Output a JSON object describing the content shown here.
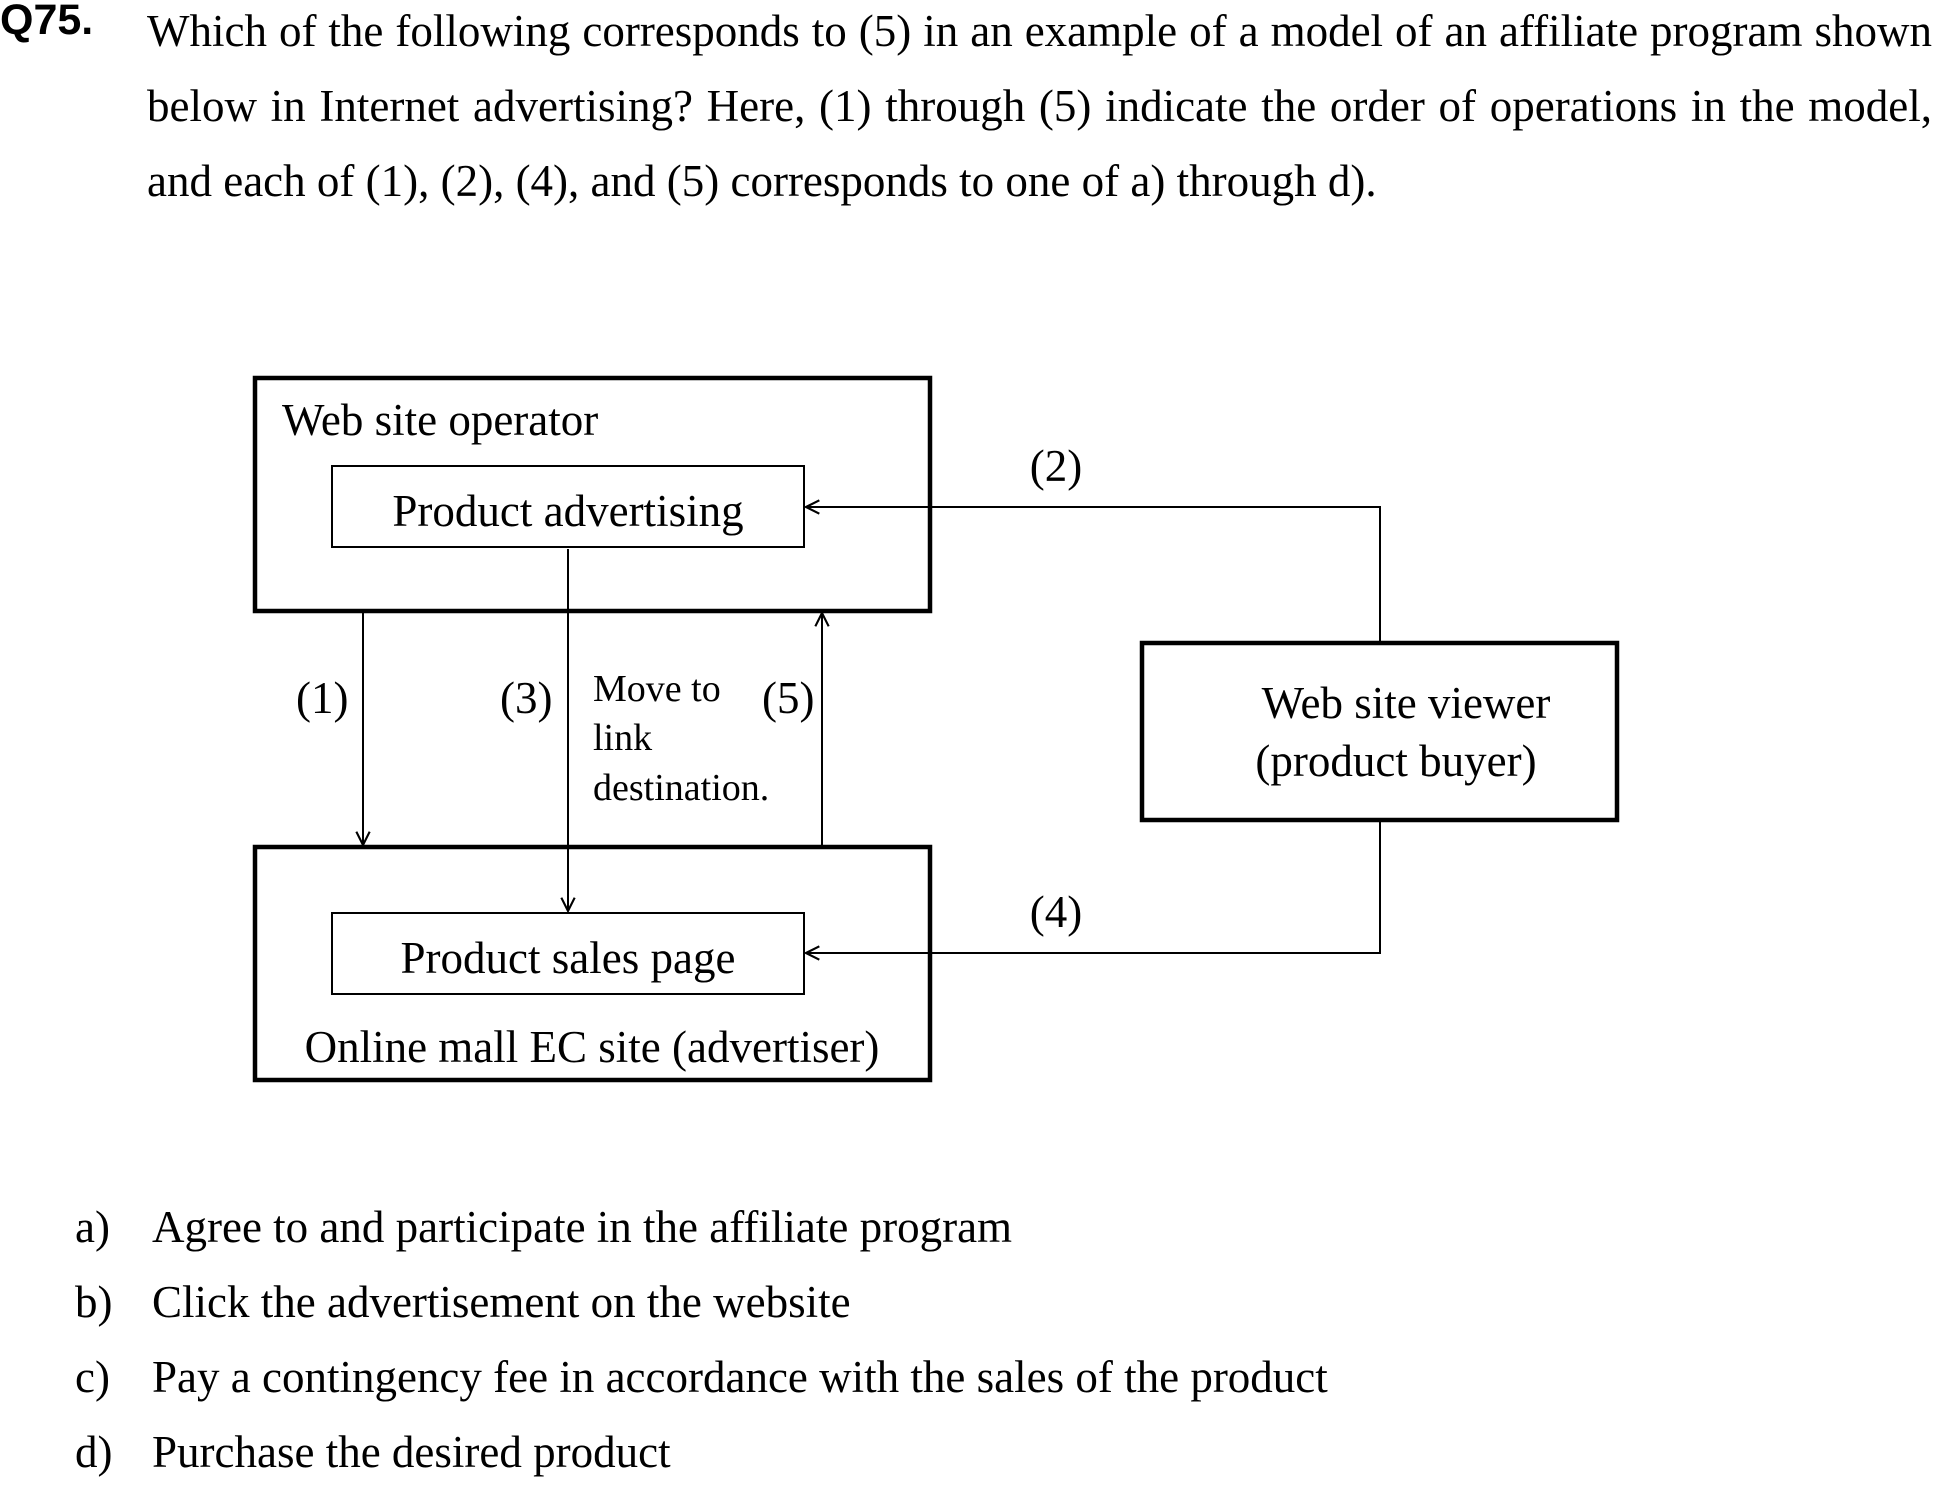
{
  "question": {
    "number": "Q75.",
    "text": "Which of the following corresponds to (5) in an example of a model of an affiliate program shown below in Internet advertising? Here, (1) through (5) indicate the order of operations in the model, and each of (1), (2), (4), and (5) corresponds to one of a) through d)."
  },
  "diagram": {
    "operator_box": {
      "title": "Web site operator",
      "inner": "Product advertising"
    },
    "mall_box": {
      "title": "Online mall EC site (advertiser)",
      "inner": "Product sales page"
    },
    "viewer_box": {
      "line1": "Web site viewer",
      "line2": "(product buyer)"
    },
    "step_labels": {
      "s1": "(1)",
      "s2": "(2)",
      "s3": "(3)",
      "s4": "(4)",
      "s5": "(5)"
    },
    "move_note": {
      "line1": "Move to",
      "line2": "link",
      "line3": "destination."
    }
  },
  "choices": [
    {
      "letter": "a)",
      "text": "Agree to and participate in the affiliate program"
    },
    {
      "letter": "b)",
      "text": "Click the advertisement on the website"
    },
    {
      "letter": "c)",
      "text": "Pay a contingency fee in accordance with the sales of the product"
    },
    {
      "letter": "d)",
      "text": "Purchase the desired product"
    }
  ]
}
